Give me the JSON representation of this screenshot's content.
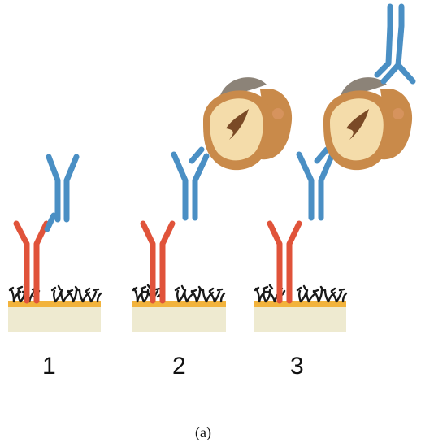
{
  "steps": [
    {
      "label": "1",
      "bound": []
    },
    {
      "label": "2",
      "bound": [
        "hazelnut"
      ]
    },
    {
      "label": "3",
      "bound": [
        "hazelnut",
        "detection-antibody"
      ]
    }
  ],
  "caption": "(a)",
  "colors": {
    "capture_antibody": "#e0533a",
    "secondary_antibody": "#4a8fc4",
    "plate_top": "#f2b33c",
    "plate_body": "#eeead0",
    "surface_molecules": "#1a1a1a",
    "hazelnut_shell": "#c98a4a",
    "hazelnut_kernel": "#f4dcaa",
    "hazelnut_cap": "#8c8378"
  }
}
